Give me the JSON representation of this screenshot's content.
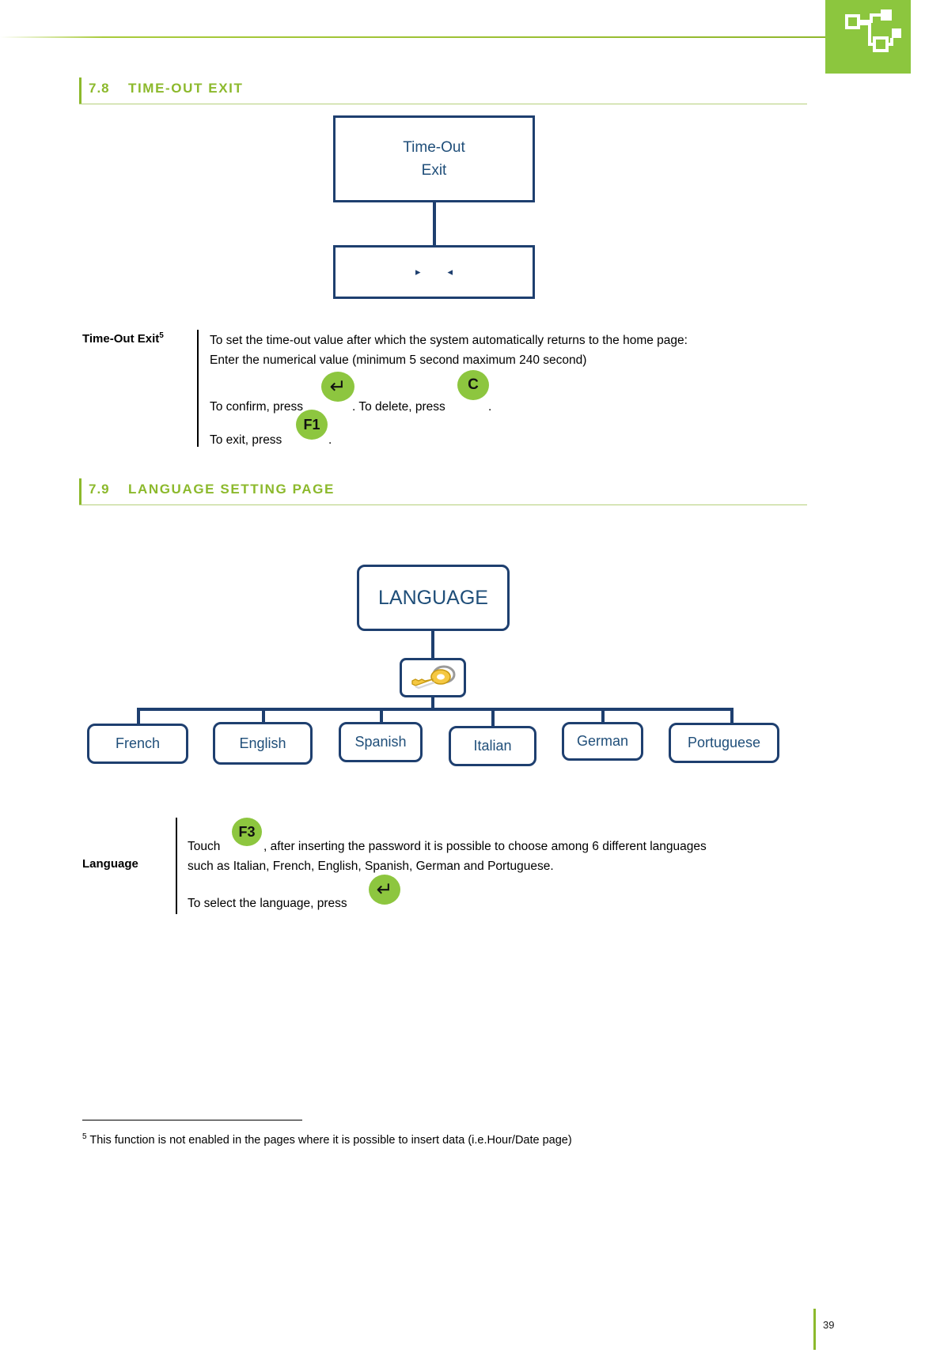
{
  "page": {
    "number": "39",
    "logo_icon": "network-nodes-logo"
  },
  "sections": [
    {
      "number": "7.8",
      "title": "TIME-OUT EXIT",
      "diagram": {
        "top_box": {
          "line1": "Time-Out",
          "line2": "Exit"
        },
        "nav_box": {
          "left_arrow_icon": "◂",
          "right_arrow_icon": "▸"
        }
      },
      "description": {
        "label": "Time-Out Exit",
        "label_footnote_marker": "5",
        "lines": [
          "To set the time-out  value after which the system automatically returns to the home page:",
          "Enter the numerical value (minimum 5 second maximum 240 second)"
        ],
        "confirm_prefix": "To confirm, press",
        "confirm_key": "↵",
        "confirm_mid": ". To delete, press",
        "delete_key": "C",
        "confirm_suffix": ".",
        "exit_prefix": "To exit, press",
        "exit_key": "F1",
        "exit_suffix": "."
      }
    },
    {
      "number": "7.9",
      "title": "LANGUAGE SETTING PAGE",
      "diagram": {
        "root_box": "LANGUAGE",
        "key_icon": "keys-icon",
        "languages": [
          "French",
          "English",
          "Spanish",
          "Italian",
          "German",
          "Portuguese"
        ]
      },
      "description": {
        "label": "Language",
        "touch_prefix": "Touch",
        "touch_key": "F3",
        "touch_rest": ", after inserting the password it is possible to choose among 6 different languages",
        "line2": "such as Italian, French, English, Spanish, German and Portuguese.",
        "select_prefix": "To select the language, press",
        "select_key": "↵"
      }
    }
  ],
  "footnote": {
    "marker": "5",
    "text": "This function is not enabled in the pages where it is possible to insert data (i.e.Hour/Date page)"
  },
  "colors": {
    "accent_green": "#8cb92c",
    "key_green": "#8dc63f",
    "diagram_navy": "#1e3f6f",
    "diagram_text": "#1f4e79"
  }
}
